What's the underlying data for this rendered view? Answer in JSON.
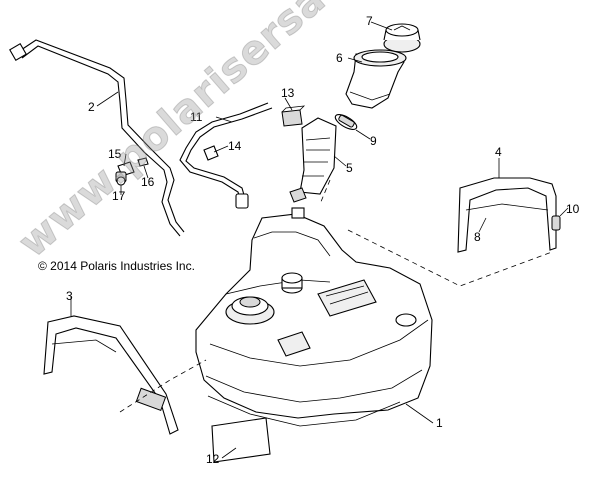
{
  "copyright": "© 2014 Polaris Industries Inc.",
  "watermark": "www.polarisersatzteile.de",
  "callouts": {
    "c1": "1",
    "c2": "2",
    "c3": "3",
    "c4": "4",
    "c5": "5",
    "c6": "6",
    "c7": "7",
    "c8": "8",
    "c9": "9",
    "c10": "10",
    "c11": "11",
    "c12": "12",
    "c13": "13",
    "c14": "14",
    "c15": "15",
    "c16": "16",
    "c17": "17"
  }
}
